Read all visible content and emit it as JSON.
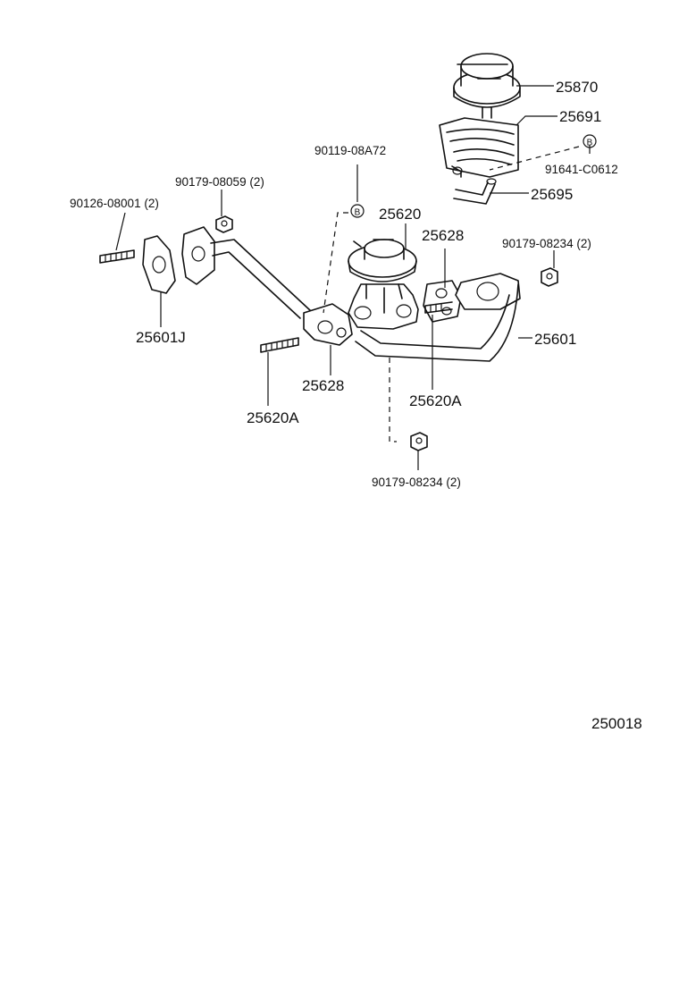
{
  "labels": {
    "p25870": "25870",
    "p25691": "25691",
    "p91641": "91641-C0612",
    "p25695": "25695",
    "p90119": "90119-08A72",
    "p25620": "25620",
    "p25628_top": "25628",
    "p90179_08234_right": "90179-08234 (2)",
    "p90179_08059": "90179-08059 (2)",
    "p90126": "90126-08001 (2)",
    "p25601J": "25601J",
    "p25601": "25601",
    "p25628_bottom": "25628",
    "p25620A_left": "25620A",
    "p25620A_right": "25620A",
    "p90179_08234_bottom": "90179-08234 (2)",
    "diagram_id": "250018",
    "marker_b1": "B",
    "marker_b2": "B"
  }
}
